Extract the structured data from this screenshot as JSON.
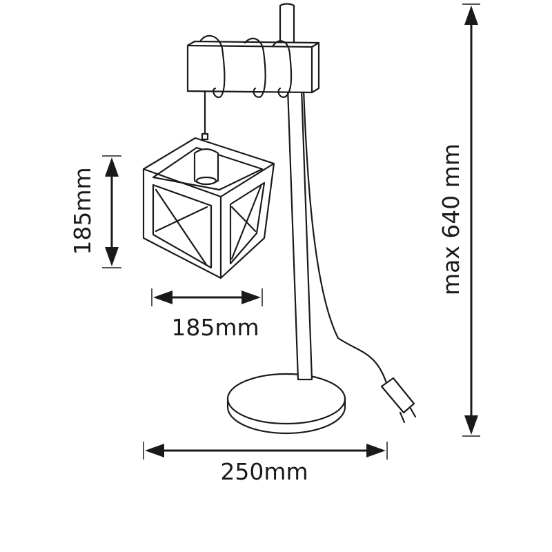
{
  "dimensions": {
    "shade_height": "185mm",
    "shade_width": "185mm",
    "base_width": "250mm",
    "total_height": "max 640 mm"
  },
  "colors": {
    "line": "#1a1a1a",
    "background": "#ffffff"
  }
}
